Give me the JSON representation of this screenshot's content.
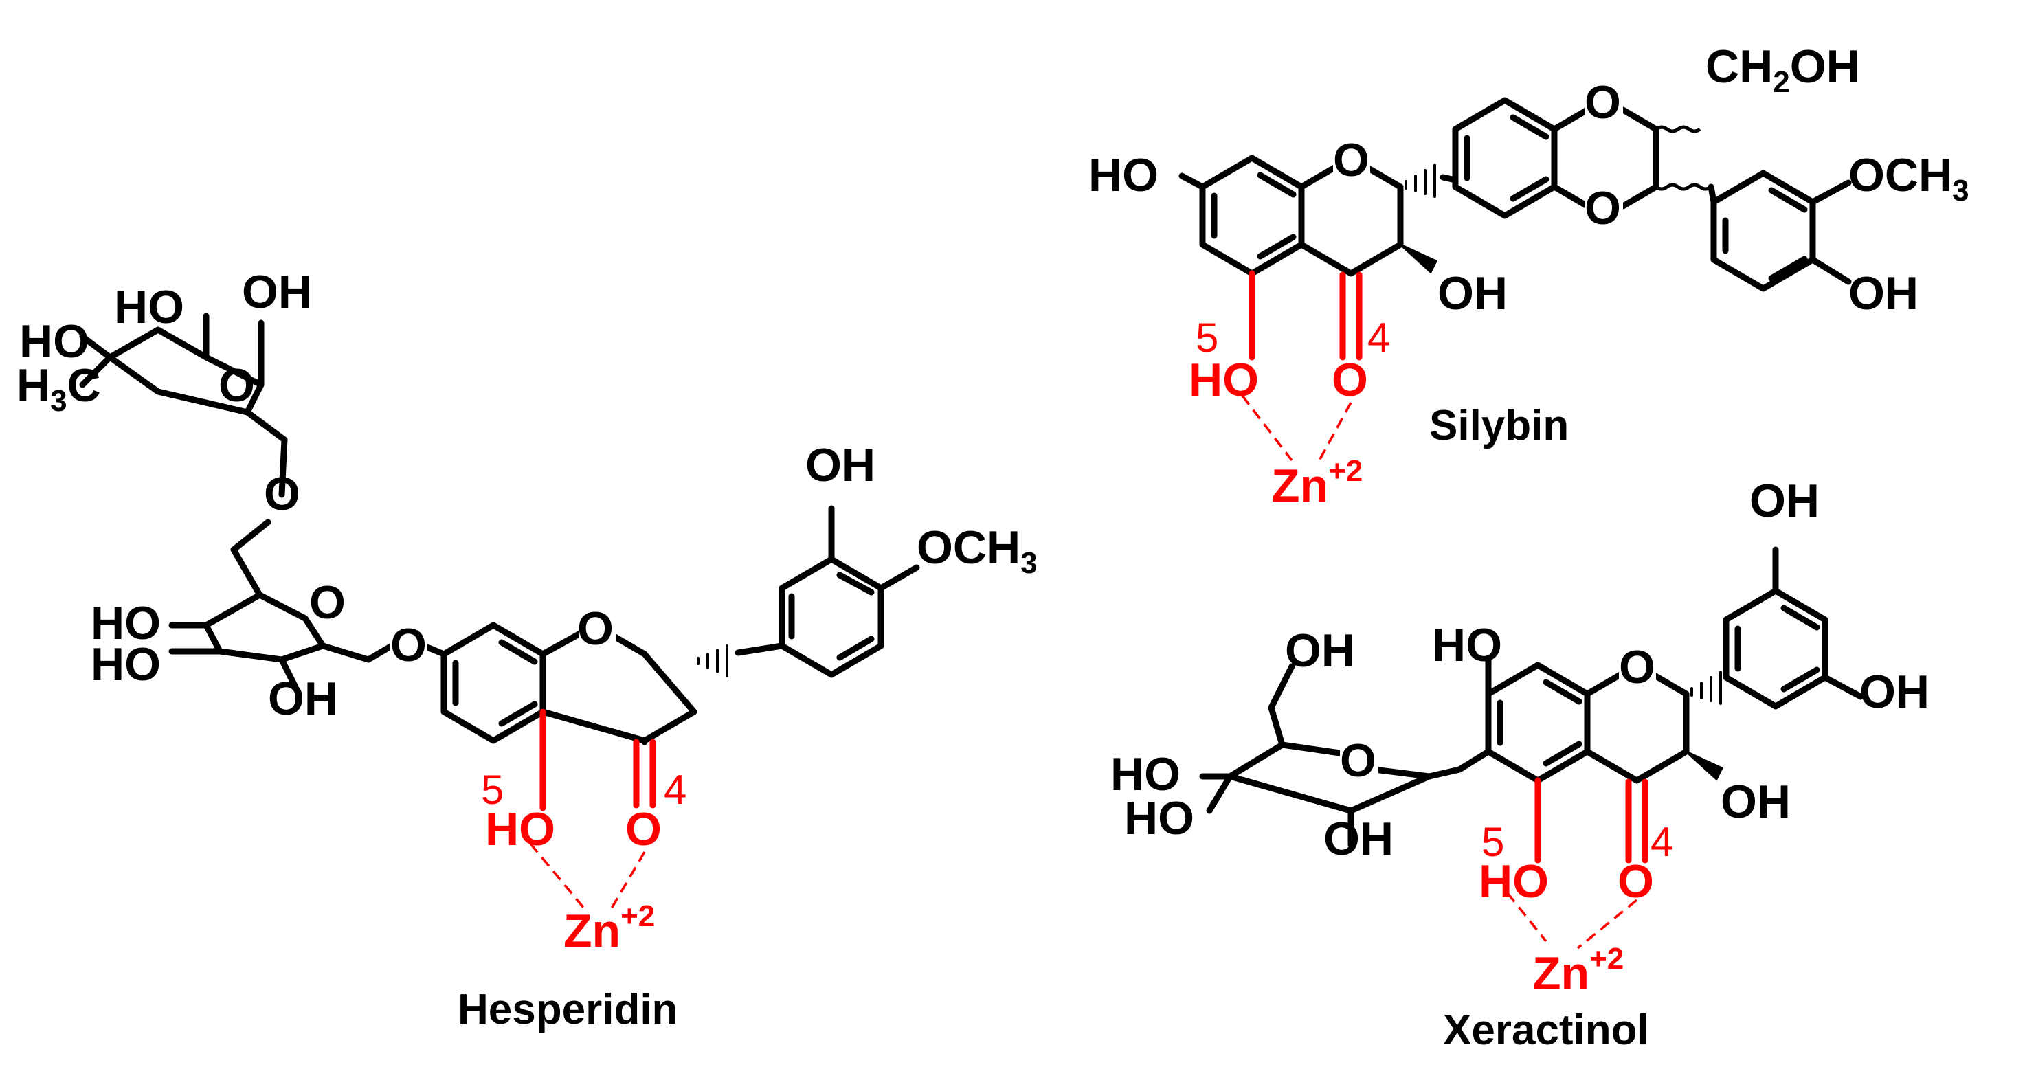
{
  "molecules": {
    "hesperidin": {
      "name": "Hesperidin",
      "ring_o": "O",
      "link_o1": "O",
      "link_o2": "O",
      "ring_o_sugar1": "O",
      "ring_o_sugar2": "O",
      "carbonyl_o": "O",
      "hydroxyl_5": "HO",
      "pos5": "5",
      "pos4": "4",
      "metal": "Zn",
      "charge": "+2",
      "b_oh": "OH",
      "b_och3": "OCH",
      "b_och3_sub": "3",
      "glc_ho1": "HO",
      "glc_ho2": "HO",
      "glc_oh": "OH",
      "rha_ho1": "HO",
      "rha_ho2": "HO",
      "rha_oh": "OH",
      "rha_h3c": "H",
      "rha_h3c_sub": "3",
      "rha_h3c_c": "C"
    },
    "silybin": {
      "name": "Silybin",
      "ring_o": "O",
      "diox_o1": "O",
      "diox_o2": "O",
      "carbonyl_o": "O",
      "hydroxyl_5": "HO",
      "pos5": "5",
      "pos4": "4",
      "metal": "Zn",
      "charge": "+2",
      "ho_7": "HO",
      "oh_3": "OH",
      "ch2oh_a": "CH",
      "ch2oh_sub": "2",
      "ch2oh_b": "OH",
      "och3": "OCH",
      "och3_sub": "3",
      "oh_aryl": "OH"
    },
    "xeractinol": {
      "name": "Xeractinol",
      "ring_o": "O",
      "sugar_o": "O",
      "carbonyl_o": "O",
      "hydroxyl_5": "HO",
      "pos5": "5",
      "pos4": "4",
      "metal": "Zn",
      "charge": "+2",
      "ho_7": "HO",
      "oh_3": "OH",
      "oh_top": "OH",
      "oh_right": "OH",
      "sugar_oh_top": "OH",
      "sugar_ho1": "HO",
      "sugar_ho2": "HO",
      "sugar_oh_bottom": "OH"
    }
  },
  "colors": {
    "highlight": "#ff0000",
    "structure": "#000000"
  }
}
